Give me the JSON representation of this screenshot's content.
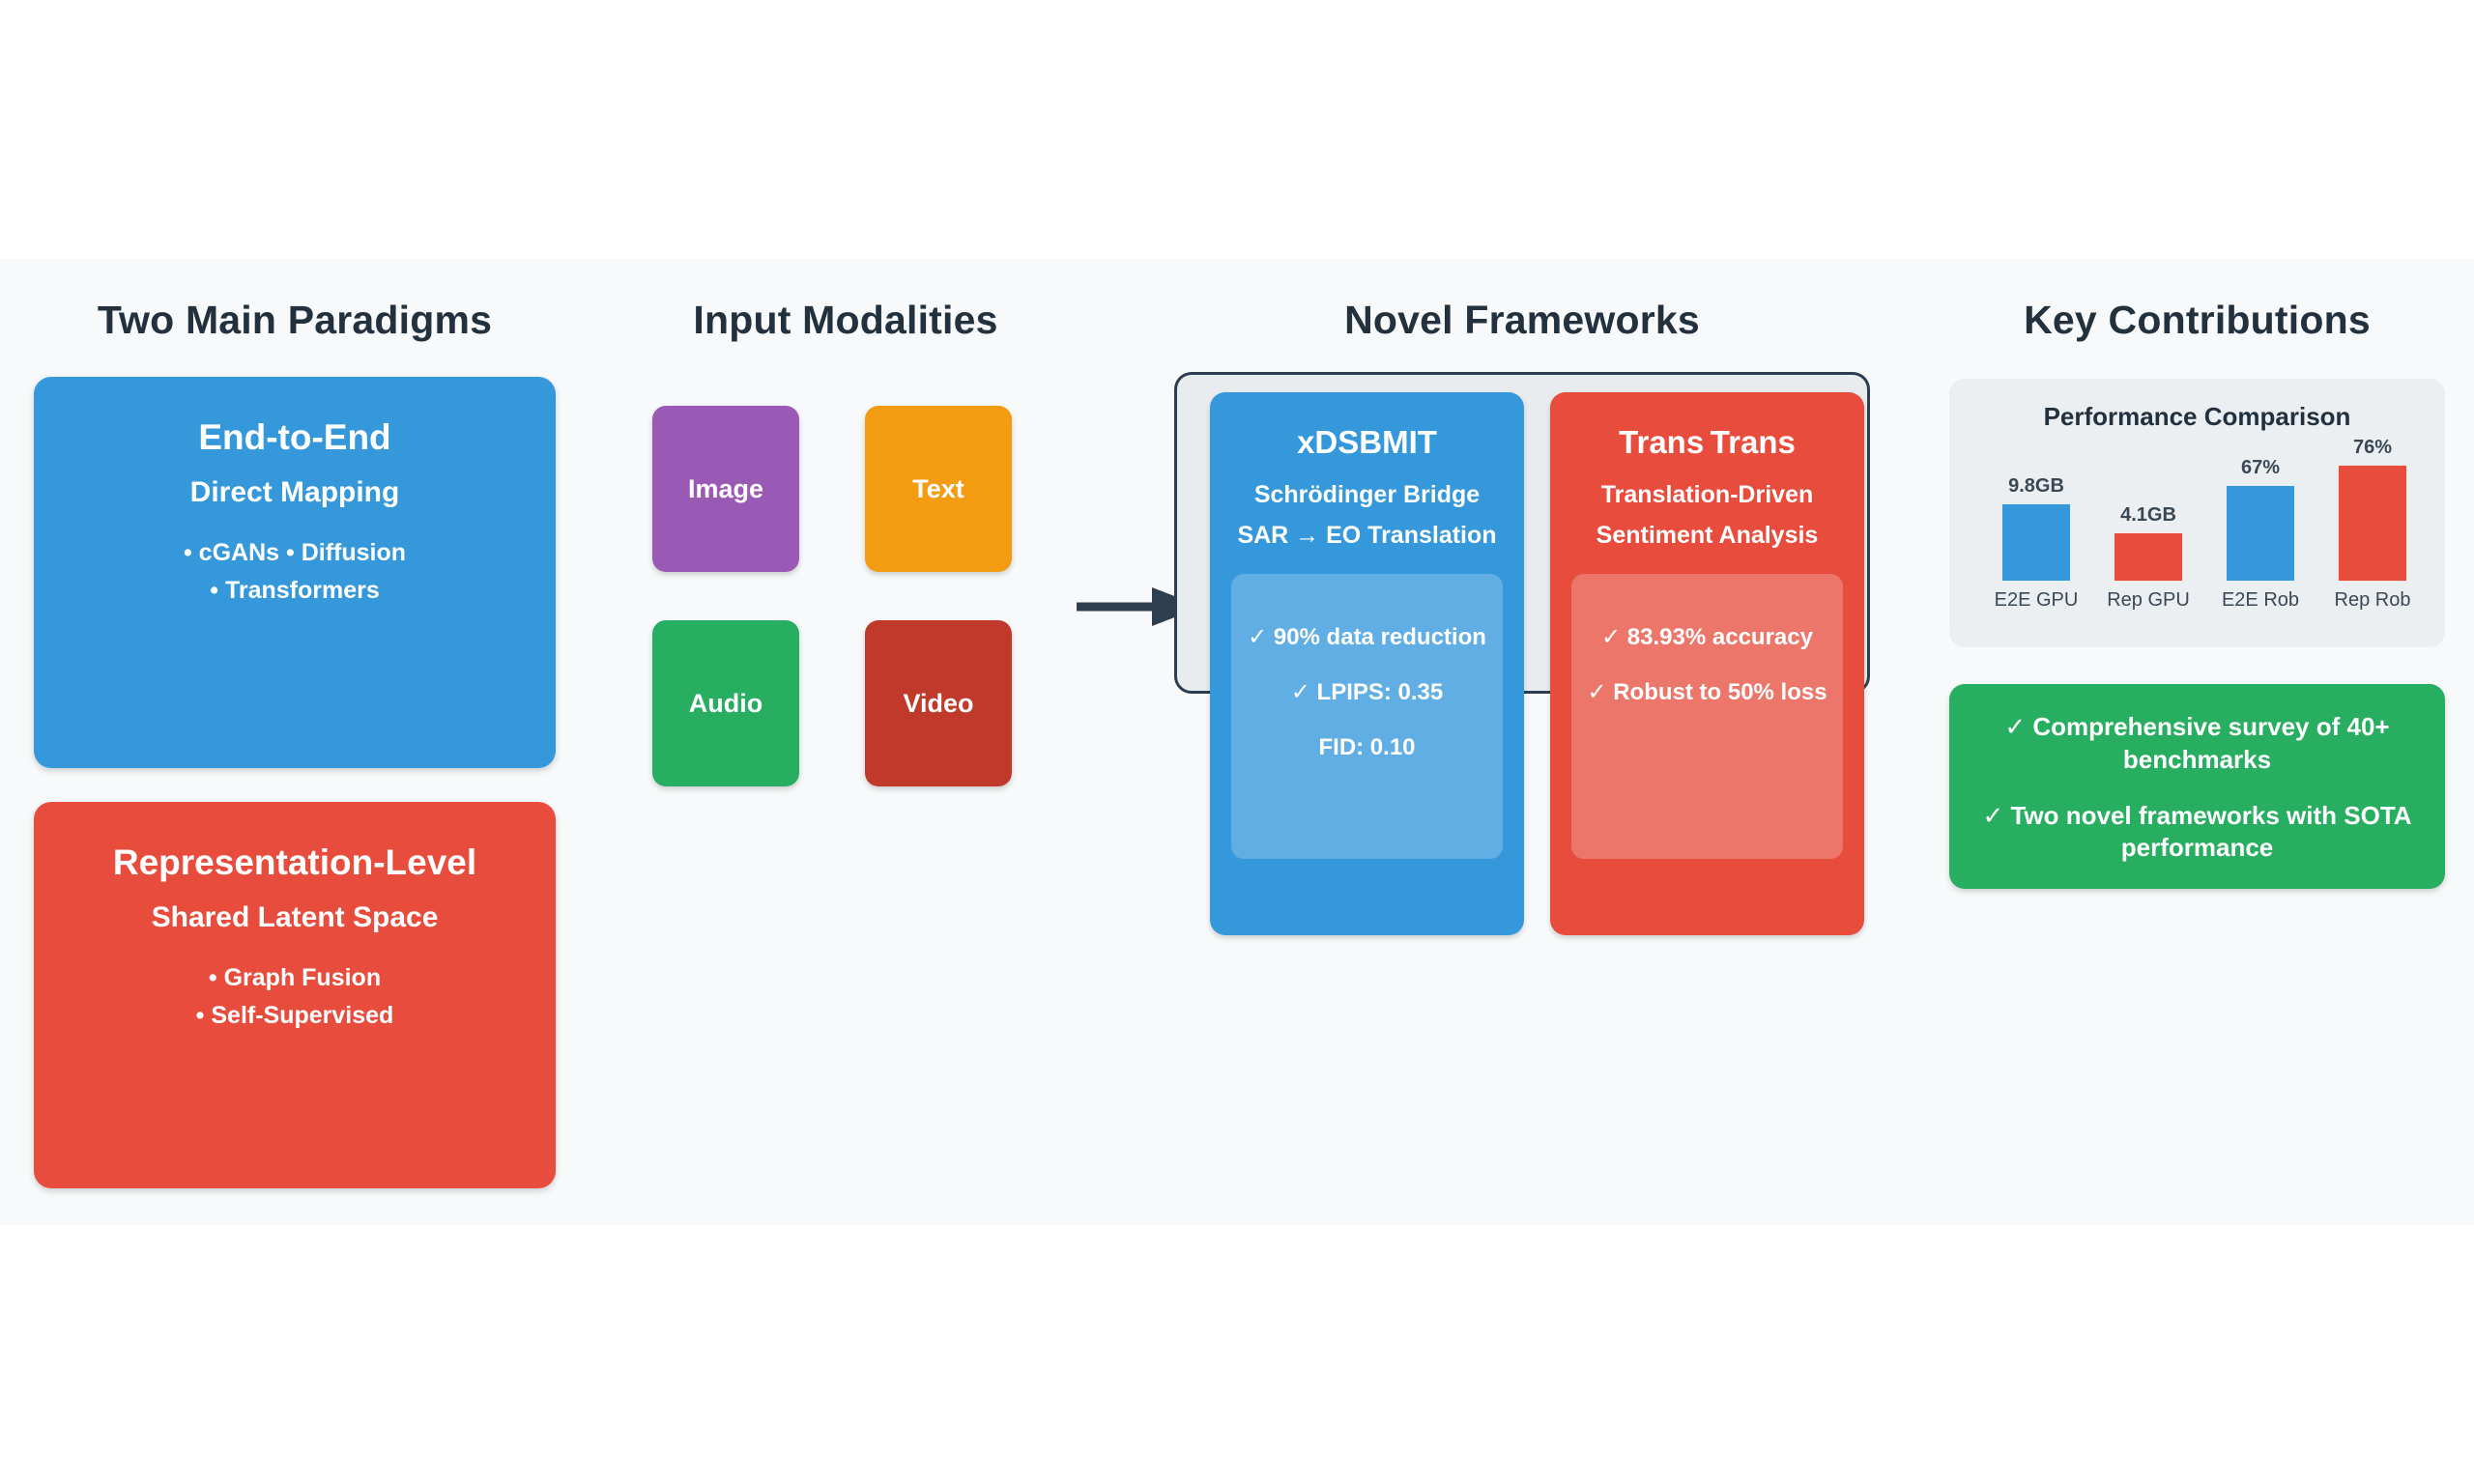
{
  "canvas": {
    "background": "#f7f9fa"
  },
  "columns": {
    "paradigms_title": "Two Main Paradigms",
    "modalities_title": "Input Modalities",
    "frameworks_title": "Novel Frameworks",
    "contributions_title": "Key Contributions"
  },
  "paradigms": [
    {
      "title": "End-to-End",
      "subtitle": "Direct Mapping",
      "bullets": [
        "• cGANs • Diffusion",
        "• Transformers"
      ],
      "color": "#3498db"
    },
    {
      "title": "Representation-Level",
      "subtitle": "Shared Latent Space",
      "bullets": [
        "• Graph Fusion",
        "• Self-Supervised"
      ],
      "color": "#e74c3c"
    }
  ],
  "modalities": [
    {
      "label": "Image",
      "color": "#9b59b6"
    },
    {
      "label": "Text",
      "color": "#f39c12"
    },
    {
      "label": "Audio",
      "color": "#27ae60"
    },
    {
      "label": "Video",
      "color": "#c0392b"
    }
  ],
  "flow_arrow": {
    "name": "modalities-to-frameworks",
    "color": "#2c3e50"
  },
  "frameworks": [
    {
      "title": "xDSBMIT",
      "subtitle": "Schrödinger Bridge",
      "subtitle2": "SAR → EO Translation",
      "metrics": [
        "✓ 90% data reduction",
        "✓ LPIPS: 0.35",
        "FID: 0.10"
      ],
      "color": "#3498db"
    },
    {
      "title": "Trans Trans",
      "subtitle": "Translation-Driven",
      "subtitle2": "Sentiment Analysis",
      "metrics": [
        "✓ 83.93% accuracy",
        "✓ Robust to 50% loss"
      ],
      "color": "#e74c3c"
    }
  ],
  "chart_data": {
    "type": "bar",
    "title": "Performance Comparison",
    "xlabel": "",
    "ylabel": "",
    "grid": false,
    "legend": "none",
    "categories": [
      "E2E GPU",
      "Rep GPU",
      "E2E Rob",
      "Rep Rob"
    ],
    "labels": [
      "9.8GB",
      "4.1GB",
      "67%",
      "76%"
    ],
    "values": [
      9.8,
      4.1,
      67,
      76
    ],
    "bar_pixel_heights": [
      81,
      51,
      100,
      121
    ],
    "colors": [
      "#3498db",
      "#e74c3c",
      "#3498db",
      "#e74c3c"
    ]
  },
  "contributions": {
    "items": [
      "✓ Comprehensive survey of 40+ benchmarks",
      "✓ Two novel frameworks with SOTA performance"
    ],
    "color": "#27ae60"
  }
}
